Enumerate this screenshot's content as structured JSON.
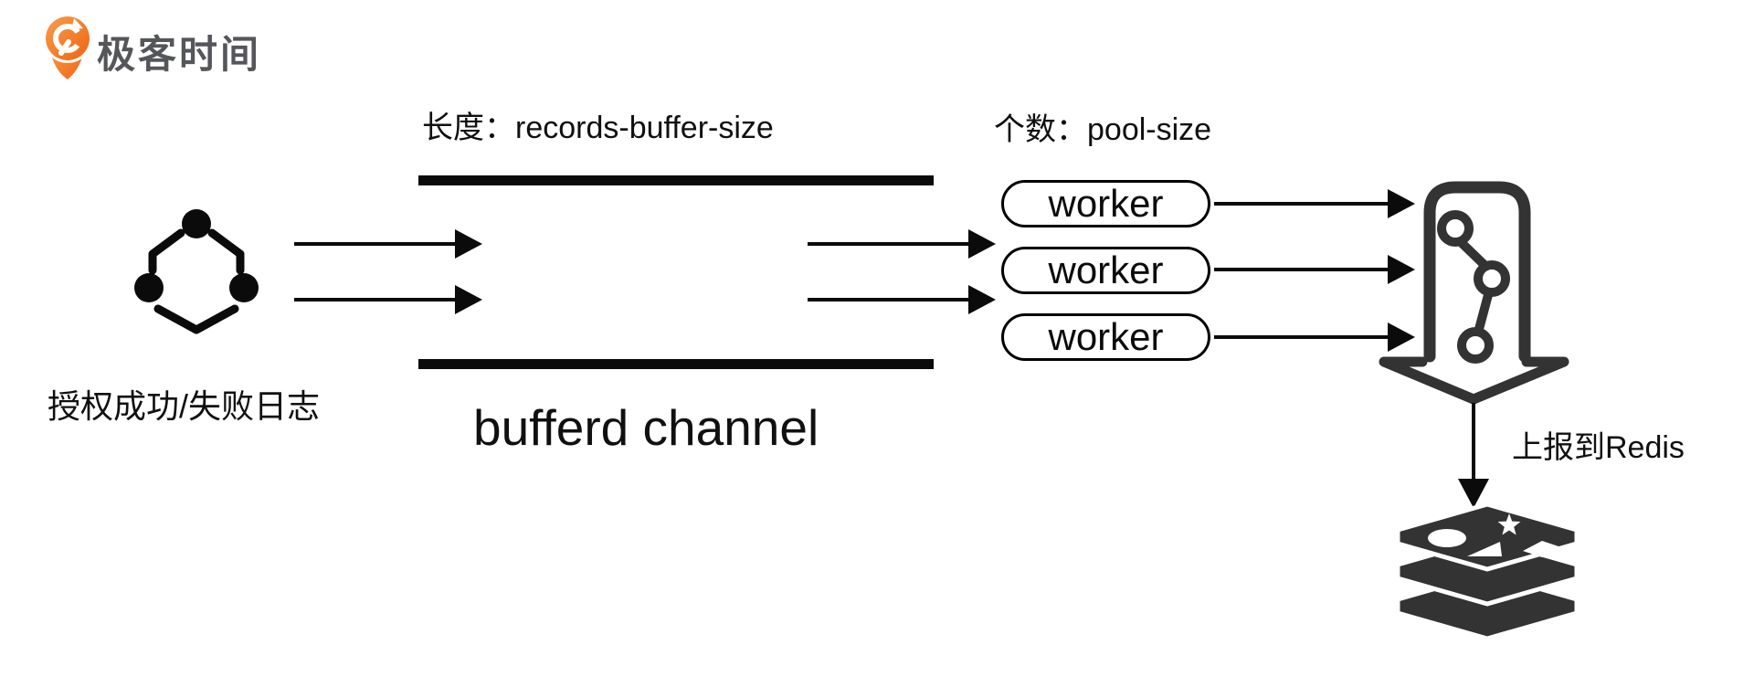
{
  "logo": {
    "text": "极客时间"
  },
  "labels": {
    "buffer_length": "长度：records-buffer-size",
    "pool_size": "个数：pool-size",
    "source": "授权成功/失败日志",
    "channel": "bufferd channel",
    "report": "上报到Redis"
  },
  "workers": [
    "worker",
    "worker",
    "worker"
  ],
  "colors": {
    "ink": "#0b0b0b",
    "icon_dark": "#333333",
    "logo_orange_light": "#F99C4B",
    "logo_orange_dark": "#EE6513",
    "logo_text_gray": "#55565A",
    "background": "#ffffff"
  },
  "icons": {
    "brand": "geektime-logo-icon",
    "source": "share-node-icon",
    "sink": "redis-sink-arrow-icon",
    "database": "redis-db-icon"
  }
}
